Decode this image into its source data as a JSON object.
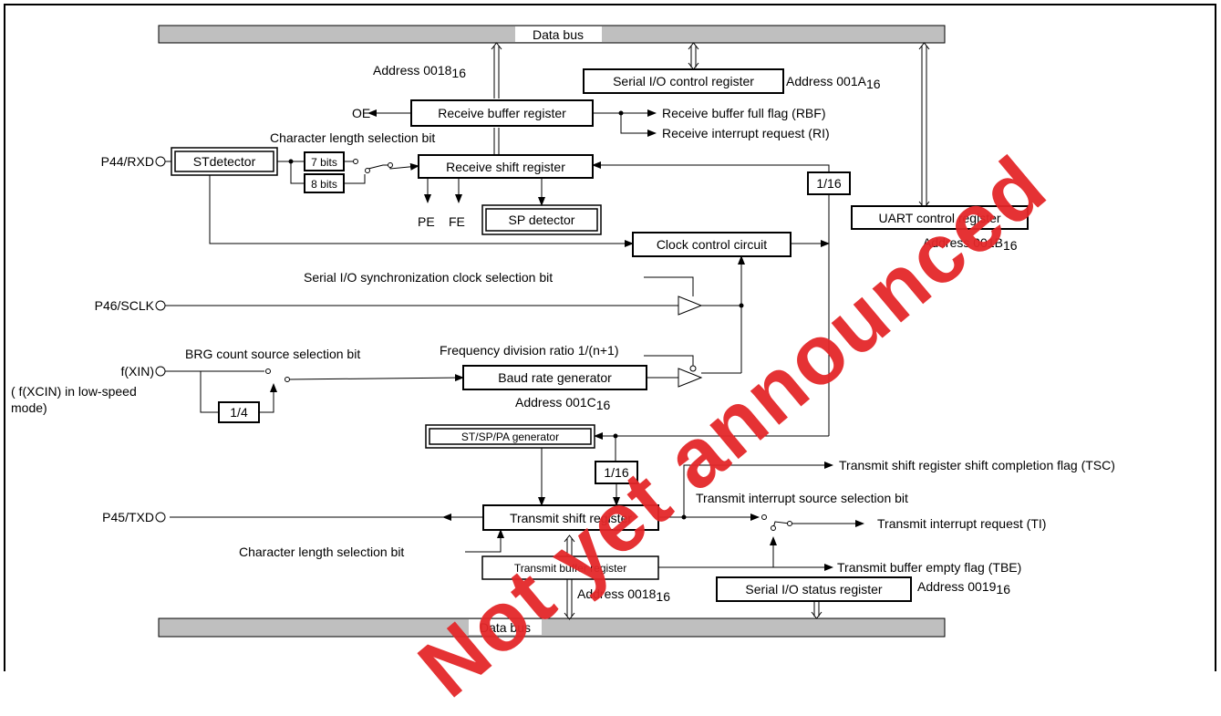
{
  "watermark": "Not yet announced",
  "buses": {
    "top": "Data bus",
    "bottom": "Data bus"
  },
  "registers": {
    "serial_io_control": "Serial I/O control register",
    "receive_buffer": "Receive buffer register",
    "receive_shift": "Receive shift register",
    "st_detector": "STdetector",
    "sp_detector": "SP detector",
    "uart_control": "UART control register",
    "clock_control": "Clock control circuit",
    "baud_rate_generator": "Baud rate generator",
    "st_sp_pa_generator": "ST/SP/PA generator",
    "transmit_shift": "Transmit shift register",
    "transmit_buffer": "Transmit buffer register",
    "serial_io_status": "Serial I/O status register",
    "bits7": "7 bits",
    "bits8": "8 bits",
    "div16_rx": "1/16",
    "div16_tx": "1/16",
    "div4": "1/4"
  },
  "addresses": {
    "receive_buffer": {
      "text": "Address 0018",
      "sub": "16"
    },
    "serial_io_control": {
      "text": "Address 001A",
      "sub": "16"
    },
    "uart_control": {
      "text": "Address 001B",
      "sub": "16"
    },
    "baud_rate": {
      "text": "Address 001C",
      "sub": "16"
    },
    "transmit_buffer": {
      "text": "Address 0018",
      "sub": "16"
    },
    "serial_io_status": {
      "text": "Address 0019",
      "sub": "16"
    }
  },
  "pins": {
    "rxd": {
      "a": "P4",
      "a_sub": "4",
      "b": "/R",
      "b_small": "X",
      "c": "D"
    },
    "sclk": {
      "a": "P4",
      "a_sub": "6",
      "b": "/S",
      "b_small": "CLK"
    },
    "xin": {
      "a": "f(X",
      "a_small": "IN",
      "b": ")"
    },
    "txd": {
      "a": "P4",
      "a_sub": "5",
      "b": "/T",
      "b_small": "X",
      "c": "D"
    },
    "xcin_line1_a": "( f(X",
    "xcin_line1_small": "CIN",
    "xcin_line1_b": ") in low-speed",
    "xcin_line2": "mode)"
  },
  "labels": {
    "oe": "OE",
    "rbf": "Receive buffer full flag (RBF)",
    "ri": "Receive interrupt request (RI)",
    "char_len_rx": "Character length selection bit",
    "pe": "PE",
    "fe": "FE",
    "sync_clock": "Serial I/O synchronization clock selection bit",
    "brg_source": "BRG count source selection bit",
    "freq_div": "Frequency division ratio 1/(n+1)",
    "tsc": "Transmit shift register shift completion flag (TSC)",
    "ti_source": "Transmit interrupt source selection bit",
    "ti": "Transmit interrupt request (TI)",
    "char_len_tx": "Character length selection bit",
    "tbe": "Transmit buffer empty flag (TBE)"
  }
}
